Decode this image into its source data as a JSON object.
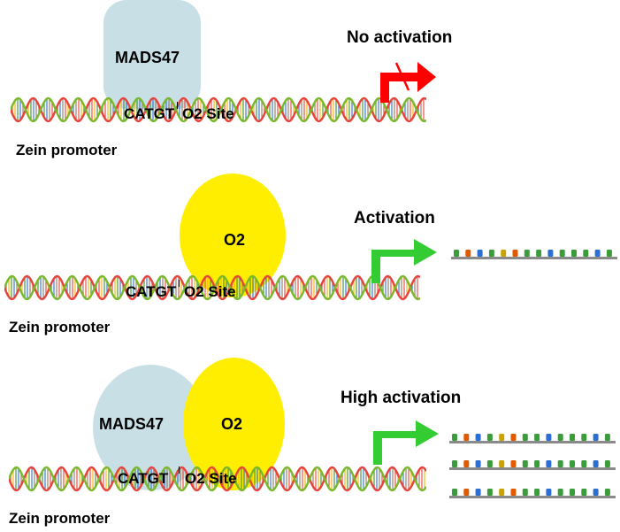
{
  "colors": {
    "mads47_fill": "#c8dfe6",
    "o2_fill": "#ffee00",
    "arrow_blocked": "#ff0000",
    "arrow_active": "#33cc33",
    "dna_strand_a": "#e8433a",
    "dna_strand_b": "#79b829",
    "dna_rungs": [
      "#e8433a",
      "#f5b400",
      "#3f8f2a",
      "#2d6fd1",
      "#8c7a62"
    ]
  },
  "panels": [
    {
      "heading": "No activation",
      "proteins": [
        "MADS47"
      ],
      "motif": "CATGT",
      "site": "O2 Site",
      "promoter": "Zein promoter",
      "arrow_state": "blocked",
      "transcript_count": 0
    },
    {
      "heading": "Activation",
      "proteins": [
        "O2"
      ],
      "motif": "CATGT",
      "site": "O2 Site",
      "promoter": "Zein promoter",
      "arrow_state": "active",
      "transcript_count": 1
    },
    {
      "heading": "High activation",
      "proteins": [
        "MADS47",
        "O2"
      ],
      "motif": "CATGT",
      "site": "O2 Site",
      "promoter": "Zein promoter",
      "arrow_state": "active",
      "transcript_count": 3
    }
  ]
}
